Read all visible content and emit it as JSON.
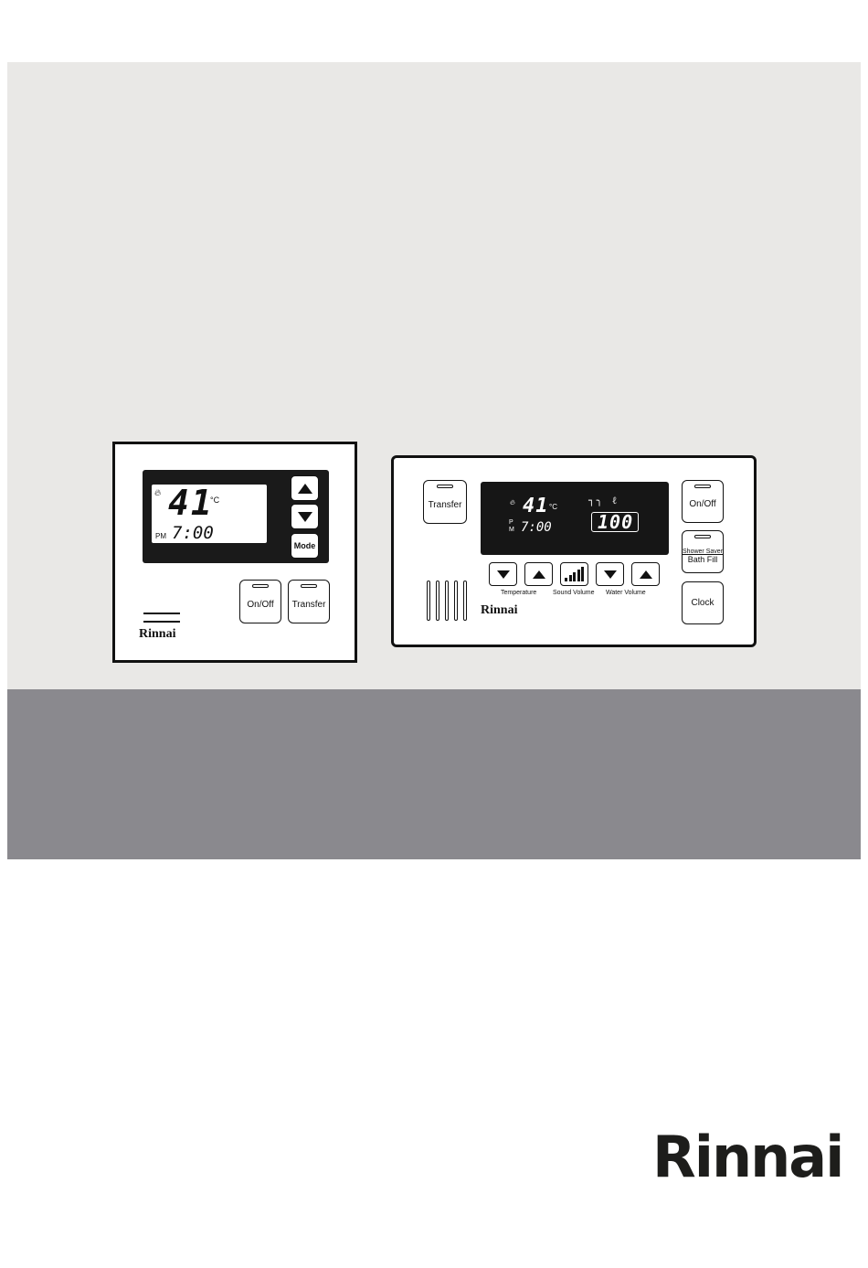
{
  "brand": {
    "logo_text": "Rinnai"
  },
  "controller_1": {
    "display": {
      "temperature": "41",
      "unit": "°C",
      "time": "7:00",
      "period": "PM",
      "flame_icon": "flame-icon"
    },
    "buttons": {
      "up": "up-arrow-icon",
      "down": "down-arrow-icon",
      "mode": "Mode",
      "on_off": "On/Off",
      "transfer": "Transfer"
    },
    "logo": "Rinnai"
  },
  "controller_2": {
    "display": {
      "temperature": "41",
      "unit": "°C",
      "time": "7:00",
      "period_top": "P",
      "period_bottom": "M",
      "volume": "100",
      "flame_icon": "flame-icon",
      "tap_icons": "tap-shower-icons"
    },
    "buttons": {
      "transfer": "Transfer",
      "on_off": "On/Off",
      "shower_saver": "Shower Saver",
      "bath_fill": "Bath Fill",
      "clock": "Clock"
    },
    "captions": {
      "temperature": "Temperature",
      "sound_volume": "Sound Volume",
      "water_volume": "Water Volume"
    },
    "logo": "Rinnai"
  },
  "colors": {
    "light_band": "#e9e8e6",
    "dark_band": "#8a898e",
    "ink": "#111111"
  }
}
